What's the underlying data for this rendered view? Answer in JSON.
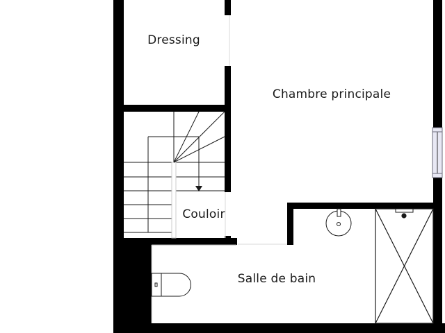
{
  "floorplan": {
    "colors": {
      "wall": "#000000",
      "background": "#ffffff",
      "fixture_line": "#1a1a1a",
      "window_fill": "#e8e8f4",
      "label": "#1a1a1a"
    },
    "rooms": [
      {
        "id": "dressing",
        "label": "Dressing"
      },
      {
        "id": "chambre",
        "label": "Chambre principale"
      },
      {
        "id": "couloir",
        "label": "Couloir"
      },
      {
        "id": "salle-de-bain",
        "label": "Salle de bain"
      }
    ],
    "fixtures": [
      "staircase",
      "sink",
      "shower",
      "toilet",
      "window"
    ]
  }
}
